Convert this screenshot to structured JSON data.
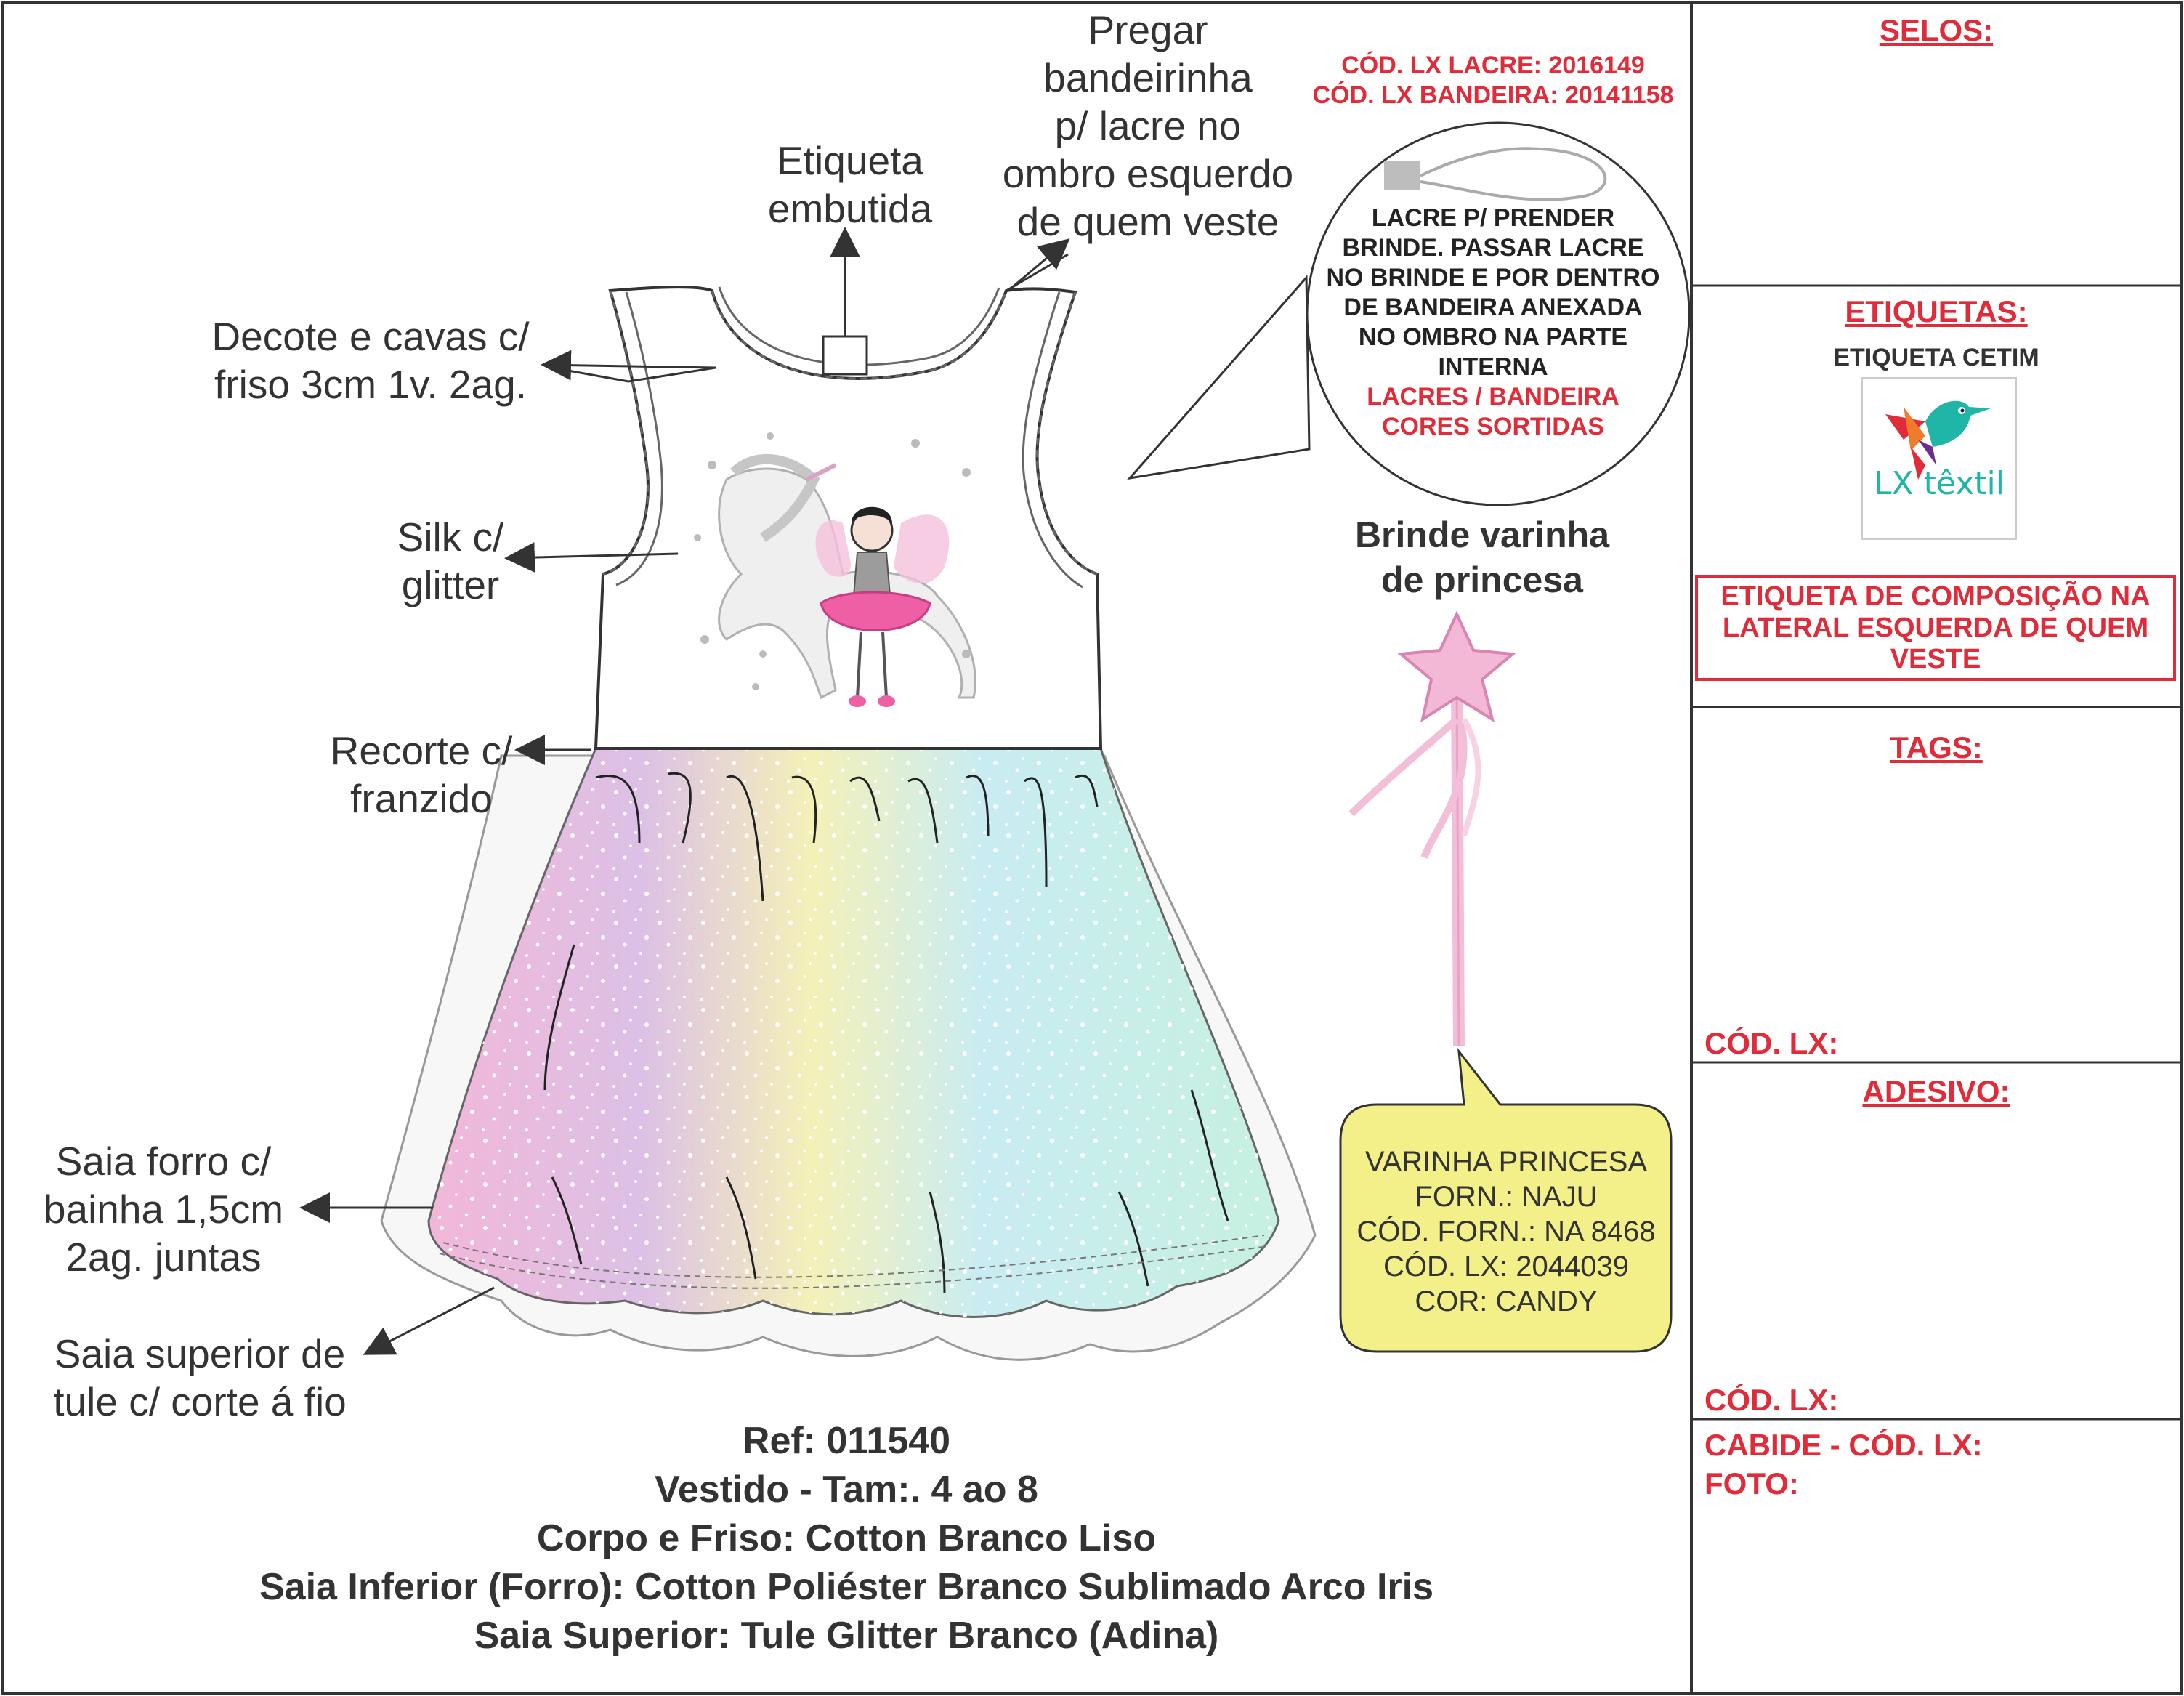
{
  "labels": {
    "pregar": [
      "Pregar",
      "bandeirinha",
      "p/ lacre no",
      "ombro esquerdo",
      "de quem veste"
    ],
    "etiqueta": [
      "Etiqueta",
      "embutida"
    ],
    "decote": [
      "Decote e cavas c/",
      "friso 3cm 1v. 2ag."
    ],
    "silk": [
      "Silk c/",
      "glitter"
    ],
    "recorte": [
      "Recorte c/",
      "franzido"
    ],
    "saia_forro": [
      "Saia forro c/",
      "bainha 1,5cm",
      "2ag. juntas"
    ],
    "saia_superior": [
      "Saia superior de",
      "tule c/ corte á fio"
    ]
  },
  "codes": {
    "lacre": "CÓD. LX LACRE: 2016149",
    "bandeira": "CÓD. LX BANDEIRA: 20141158"
  },
  "circle_note": {
    "lines": [
      "LACRE P/ PRENDER",
      "BRINDE. PASSAR LACRE",
      "NO BRINDE E POR DENTRO",
      "DE BANDEIRA ANEXADA",
      "NO OMBRO NA PARTE",
      "INTERNA"
    ],
    "red_lines": [
      "LACRES / BANDEIRA",
      "CORES SORTIDAS"
    ]
  },
  "gift": {
    "title": [
      "Brinde varinha",
      "de princesa"
    ],
    "note": [
      "VARINHA PRINCESA",
      "FORN.: NAJU",
      "CÓD. FORN.: NA 8468",
      "CÓD. LX: 2044039",
      "COR: CANDY"
    ]
  },
  "bottom": [
    "Ref: 011540",
    "Vestido - Tam:. 4 ao 8",
    "Corpo e Friso: Cotton Branco Liso",
    "Saia Inferior (Forro): Cotton Poliéster Branco Sublimado Arco Iris",
    "Saia Superior: Tule Glitter Branco (Adina)"
  ],
  "sidebar": {
    "selos": "SELOS:",
    "etiquetas": "ETIQUETAS:",
    "etiqueta_cetim": "ETIQUETA CETIM",
    "logo_text": "LX têxtil",
    "composicao": "ETIQUETA DE COMPOSIÇÃO NA LATERAL ESQUERDA DE QUEM VESTE",
    "tags": "TAGS:",
    "cod_lx_1": "CÓD. LX:",
    "adesivo": "ADESIVO:",
    "cod_lx_2": "CÓD. LX:",
    "cabide": "CABIDE - CÓD. LX:",
    "foto": "FOTO:"
  },
  "colors": {
    "accent_red": "#e12b38",
    "note_yellow": "#f3f08a",
    "text": "#333333"
  }
}
